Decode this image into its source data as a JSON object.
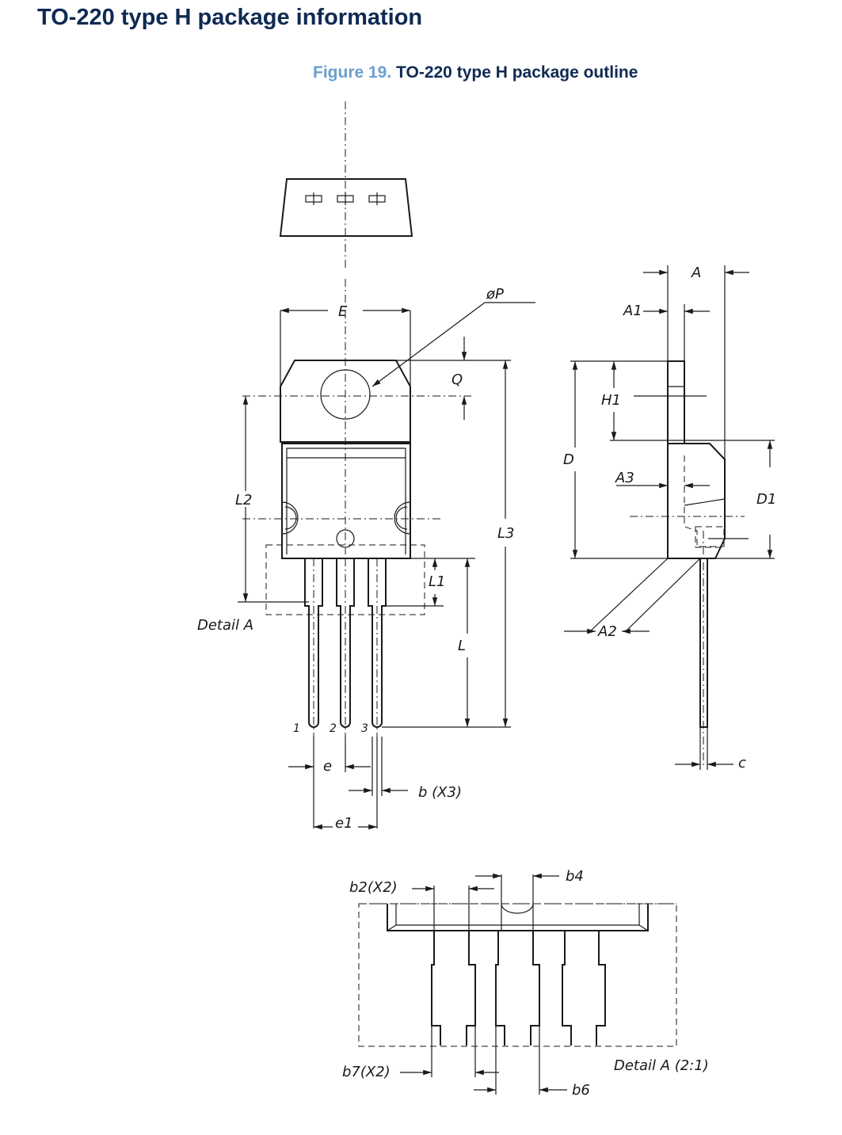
{
  "heading": "TO-220 type H package information",
  "figure": {
    "number": "Figure 19.",
    "title": "TO-220 type H package outline"
  },
  "labels": {
    "E": "E",
    "phiP": "øP",
    "Q": "Q",
    "L2": "L2",
    "L3": "L3",
    "L1": "L1",
    "L": "L",
    "detailA": "Detail  A",
    "pin1": "1",
    "pin2": "2",
    "pin3": "3",
    "e": "e",
    "b": "b  (X3)",
    "e1": "e1",
    "A": "A",
    "A1": "A1",
    "H1": "H1",
    "D": "D",
    "A3": "A3",
    "D1": "D1",
    "A2": "A2",
    "c": "c",
    "b2": "b2(X2)",
    "b4": "b4",
    "b7": "b7(X2)",
    "b6": "b6",
    "detailA21": "Detail  A  (2:1)"
  }
}
